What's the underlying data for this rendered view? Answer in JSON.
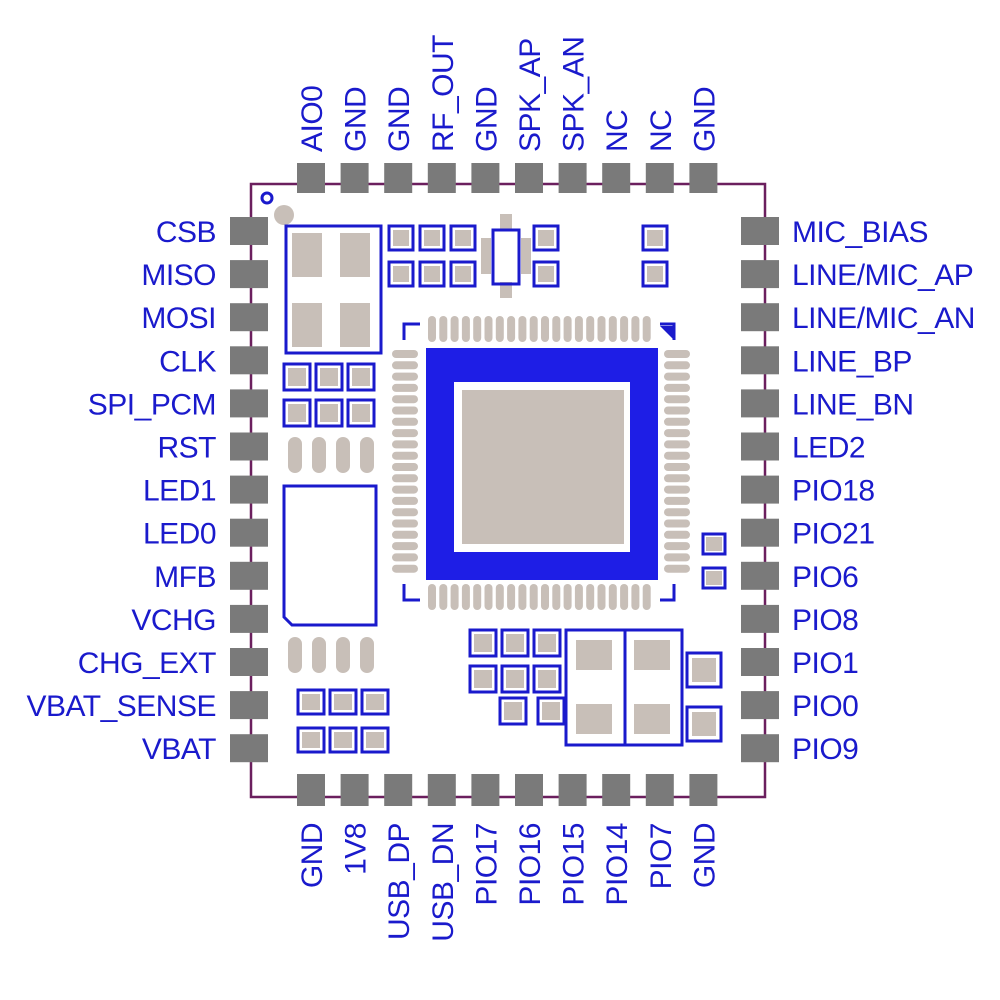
{
  "colors": {
    "label": "#1a1acc",
    "outline": "#6b1f5e",
    "pad": "#7a7a7a",
    "copper": "#c8bfb8",
    "silk": "#1a1acc",
    "chip": "#1e1ee6"
  },
  "pins": {
    "top": [
      "AIO0",
      "GND",
      "GND",
      "RF_OUT",
      "GND",
      "SPK_AP",
      "SPK_AN",
      "NC",
      "NC",
      "GND"
    ],
    "bottom": [
      "GND",
      "1V8",
      "USB_DP",
      "USB_DN",
      "PIO17",
      "PIO16",
      "PIO15",
      "PIO14",
      "PIO7",
      "GND"
    ],
    "left": [
      "CSB",
      "MISO",
      "MOSI",
      "CLK",
      "SPI_PCM",
      "RST",
      "LED1",
      "LED0",
      "MFB",
      "VCHG",
      "CHG_EXT",
      "VBAT_SENSE",
      "VBAT"
    ],
    "right": [
      "MIC_BIAS",
      "LINE/MIC_AP",
      "LINE/MIC_AN",
      "LINE_BP",
      "LINE_BN",
      "LED2",
      "PIO18",
      "PIO21",
      "PIO6",
      "PIO8",
      "PIO1",
      "PIO0",
      "PIO9"
    ]
  }
}
